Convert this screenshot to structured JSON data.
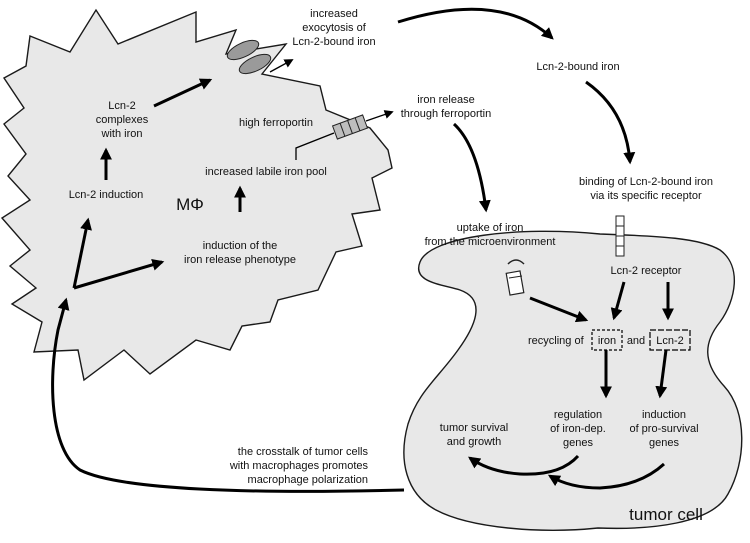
{
  "labels": {
    "increased_exocytosis": [
      "increased",
      "exocytosis of",
      "Lcn-2-bound iron"
    ],
    "lcn2_bound_iron": "Lcn-2-bound iron",
    "lcn2_complexes": [
      "Lcn-2",
      "complexes",
      "with iron"
    ],
    "high_ferroportin": "high ferroportin",
    "iron_release_ferroportin": [
      "iron release",
      "through ferroportin"
    ],
    "increased_labile": "increased labile iron pool",
    "lcn2_induction": "Lcn-2 induction",
    "macrophage": "MΦ",
    "binding_receptor": [
      "binding of Lcn-2-bound iron",
      "via its specific receptor"
    ],
    "induction_release": [
      "induction of the",
      "iron release phenotype"
    ],
    "uptake_iron": [
      "uptake of iron",
      "from the microenvironment"
    ],
    "lcn2_receptor": "Lcn-2 receptor",
    "recycling_of": "recycling of",
    "iron_box": "iron",
    "and": "and",
    "lcn2_box": "Lcn-2",
    "regulation": [
      "regulation",
      "of iron-dep.",
      "genes"
    ],
    "induction_prosurvival": [
      "induction",
      "of pro-survival",
      "genes"
    ],
    "tumor_survival": [
      "tumor survival",
      "and growth"
    ],
    "crosstalk": [
      "the crosstalk of tumor cells",
      "with macrophages promotes",
      "macrophage polarization"
    ],
    "tumor_cell": "tumor cell"
  }
}
